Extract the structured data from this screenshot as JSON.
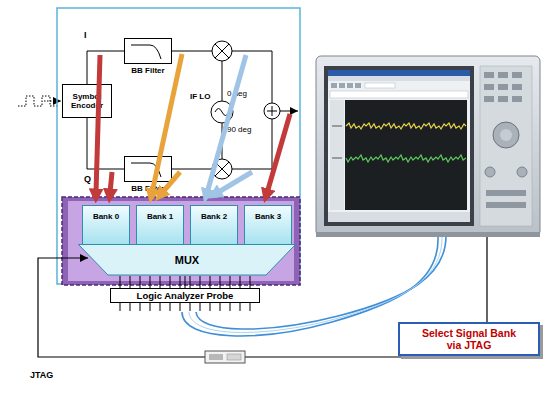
{
  "diagram": {
    "nodes": [
      {
        "text": [
          "Symbol Encoder"
        ]
      },
      {
        "text": [
          "BB Filter"
        ]
      },
      {
        "text": [
          "BB Filter"
        ]
      },
      {
        "text": [
          "IF LO"
        ]
      },
      {
        "text": [
          "Bank 0"
        ]
      },
      {
        "text": [
          "Bank 1"
        ]
      },
      {
        "text": [
          "Bank 2"
        ]
      },
      {
        "text": [
          "Bank 3"
        ]
      },
      {
        "text": [
          "MUX"
        ]
      },
      {
        "text": [
          "Logic Analyzer Probe"
        ]
      },
      {
        "text": [
          "Select Signal Bank via JTAG"
        ]
      }
    ],
    "edges": [
      {
        "from": 0,
        "to": 1,
        "arrow": "none"
      },
      {
        "from": 0,
        "to": 2,
        "arrow": "none"
      },
      {
        "from": 8,
        "to": 9,
        "arrow": "none"
      }
    ],
    "labels": [
      "I",
      "Q",
      "0 deg",
      "90 deg",
      "JTAG"
    ]
  }
}
